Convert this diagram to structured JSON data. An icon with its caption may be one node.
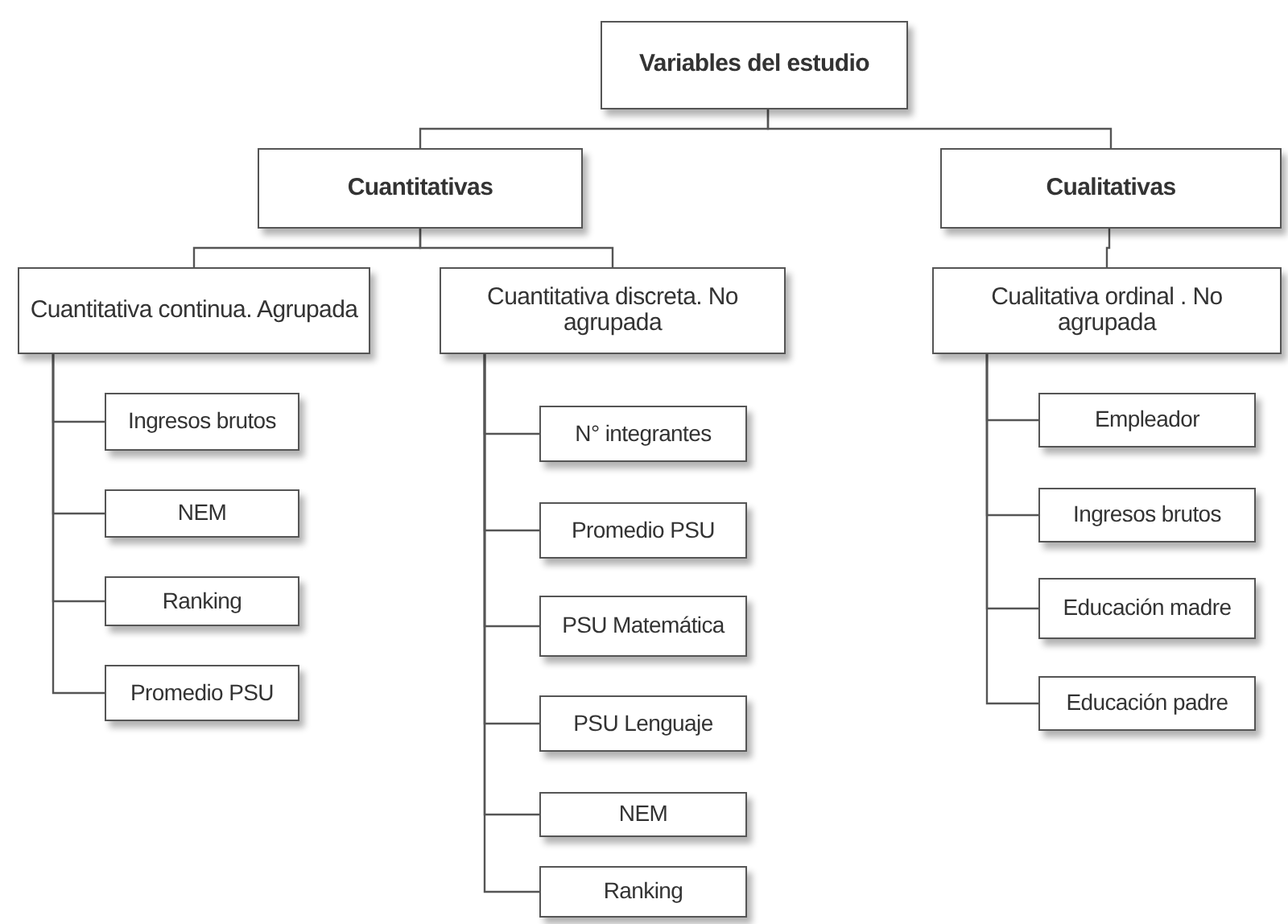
{
  "diagram": {
    "nodes": [
      {
        "text": [
          "Variables del estudio"
        ]
      },
      {
        "text": [
          "Cuantitativas"
        ]
      },
      {
        "text": [
          "Cualitativas"
        ]
      },
      {
        "text": [
          "Cuantitativa continua. Agrupada"
        ]
      },
      {
        "text": [
          "Cuantitativa discreta. No agrupada"
        ]
      },
      {
        "text": [
          "Cualitativa ordinal . No agrupada"
        ]
      },
      {
        "text": [
          "Ingresos brutos"
        ]
      },
      {
        "text": [
          "NEM"
        ]
      },
      {
        "text": [
          "Ranking"
        ]
      },
      {
        "text": [
          "Promedio PSU"
        ]
      },
      {
        "text": [
          "N° integrantes"
        ]
      },
      {
        "text": [
          "Promedio PSU"
        ]
      },
      {
        "text": [
          "PSU Matemática"
        ]
      },
      {
        "text": [
          "PSU Lenguaje"
        ]
      },
      {
        "text": [
          "NEM"
        ]
      },
      {
        "text": [
          "Ranking"
        ]
      },
      {
        "text": [
          "Empleador"
        ]
      },
      {
        "text": [
          "Ingresos brutos"
        ]
      },
      {
        "text": [
          "Educación madre"
        ]
      },
      {
        "text": [
          "Educación padre"
        ]
      }
    ],
    "edges": [
      {
        "from": 0,
        "to": 1,
        "arrow": "none"
      },
      {
        "from": 0,
        "to": 2,
        "arrow": "none"
      },
      {
        "from": 1,
        "to": 3,
        "arrow": "none"
      },
      {
        "from": 1,
        "to": 4,
        "arrow": "none"
      },
      {
        "from": 2,
        "to": 5,
        "arrow": "none"
      },
      {
        "from": 3,
        "to": 6,
        "arrow": "none"
      },
      {
        "from": 3,
        "to": 7,
        "arrow": "none"
      },
      {
        "from": 3,
        "to": 8,
        "arrow": "none"
      },
      {
        "from": 3,
        "to": 9,
        "arrow": "none"
      },
      {
        "from": 4,
        "to": 10,
        "arrow": "none"
      },
      {
        "from": 4,
        "to": 11,
        "arrow": "none"
      },
      {
        "from": 4,
        "to": 12,
        "arrow": "none"
      },
      {
        "from": 4,
        "to": 13,
        "arrow": "none"
      },
      {
        "from": 4,
        "to": 14,
        "arrow": "none"
      },
      {
        "from": 4,
        "to": 15,
        "arrow": "none"
      },
      {
        "from": 5,
        "to": 16,
        "arrow": "none"
      },
      {
        "from": 5,
        "to": 17,
        "arrow": "none"
      },
      {
        "from": 5,
        "to": 18,
        "arrow": "none"
      },
      {
        "from": 5,
        "to": 19,
        "arrow": "none"
      }
    ]
  }
}
